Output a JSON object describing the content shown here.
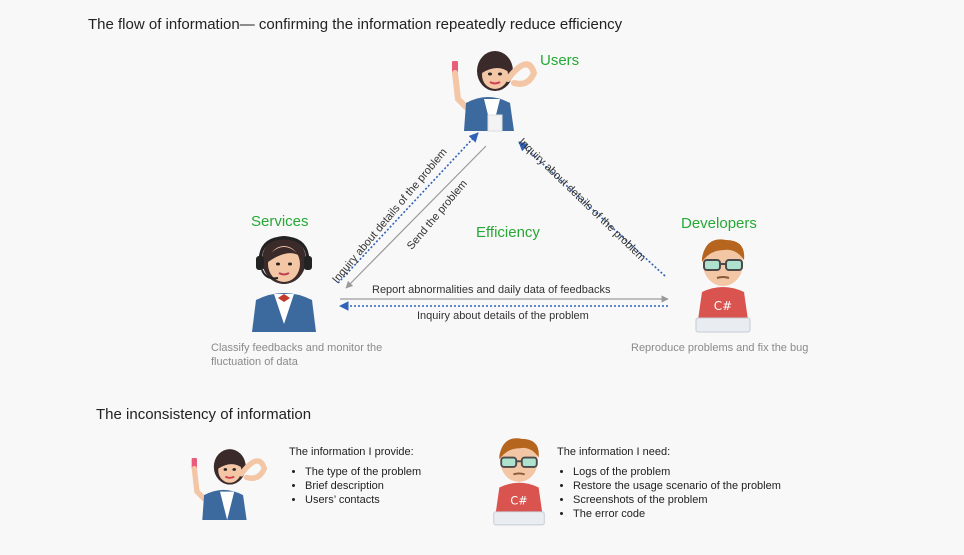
{
  "title": "The flow of information— confirming the information repeatedly reduce efficiency",
  "nodes": {
    "users": {
      "label": "Users"
    },
    "services": {
      "label": "Services",
      "desc": "Classify feedbacks and monitor the fluctuation of data"
    },
    "developers": {
      "label": "Developers",
      "desc": "Reproduce problems and fix the bug",
      "badge": "C#"
    }
  },
  "center_label": "Efficiency",
  "arrows": {
    "services_to_users": "Inquiry about details of the problem",
    "users_to_services": "Send the problem",
    "developers_to_users": "Inquiry about details of the problem",
    "services_to_developers": "Report abnormalities  and daily data of feedbacks",
    "developers_to_services": "Inquiry about details of the problem"
  },
  "section2": {
    "title": "The inconsistency of information",
    "provide": {
      "title": "The information I provide:",
      "items": [
        "The type of the problem",
        "Brief description",
        "Users’ contacts"
      ]
    },
    "need": {
      "title": "The information I need:",
      "items": [
        "Logs of the problem",
        "Restore the usage scenario of the problem",
        "Screenshots of the problem",
        "The error code"
      ]
    }
  },
  "colors": {
    "accent": "#27a836",
    "arrow_blue": "#2f62b8",
    "arrow_gray": "#9a9a9a",
    "jacket": "#3d6a9e"
  }
}
